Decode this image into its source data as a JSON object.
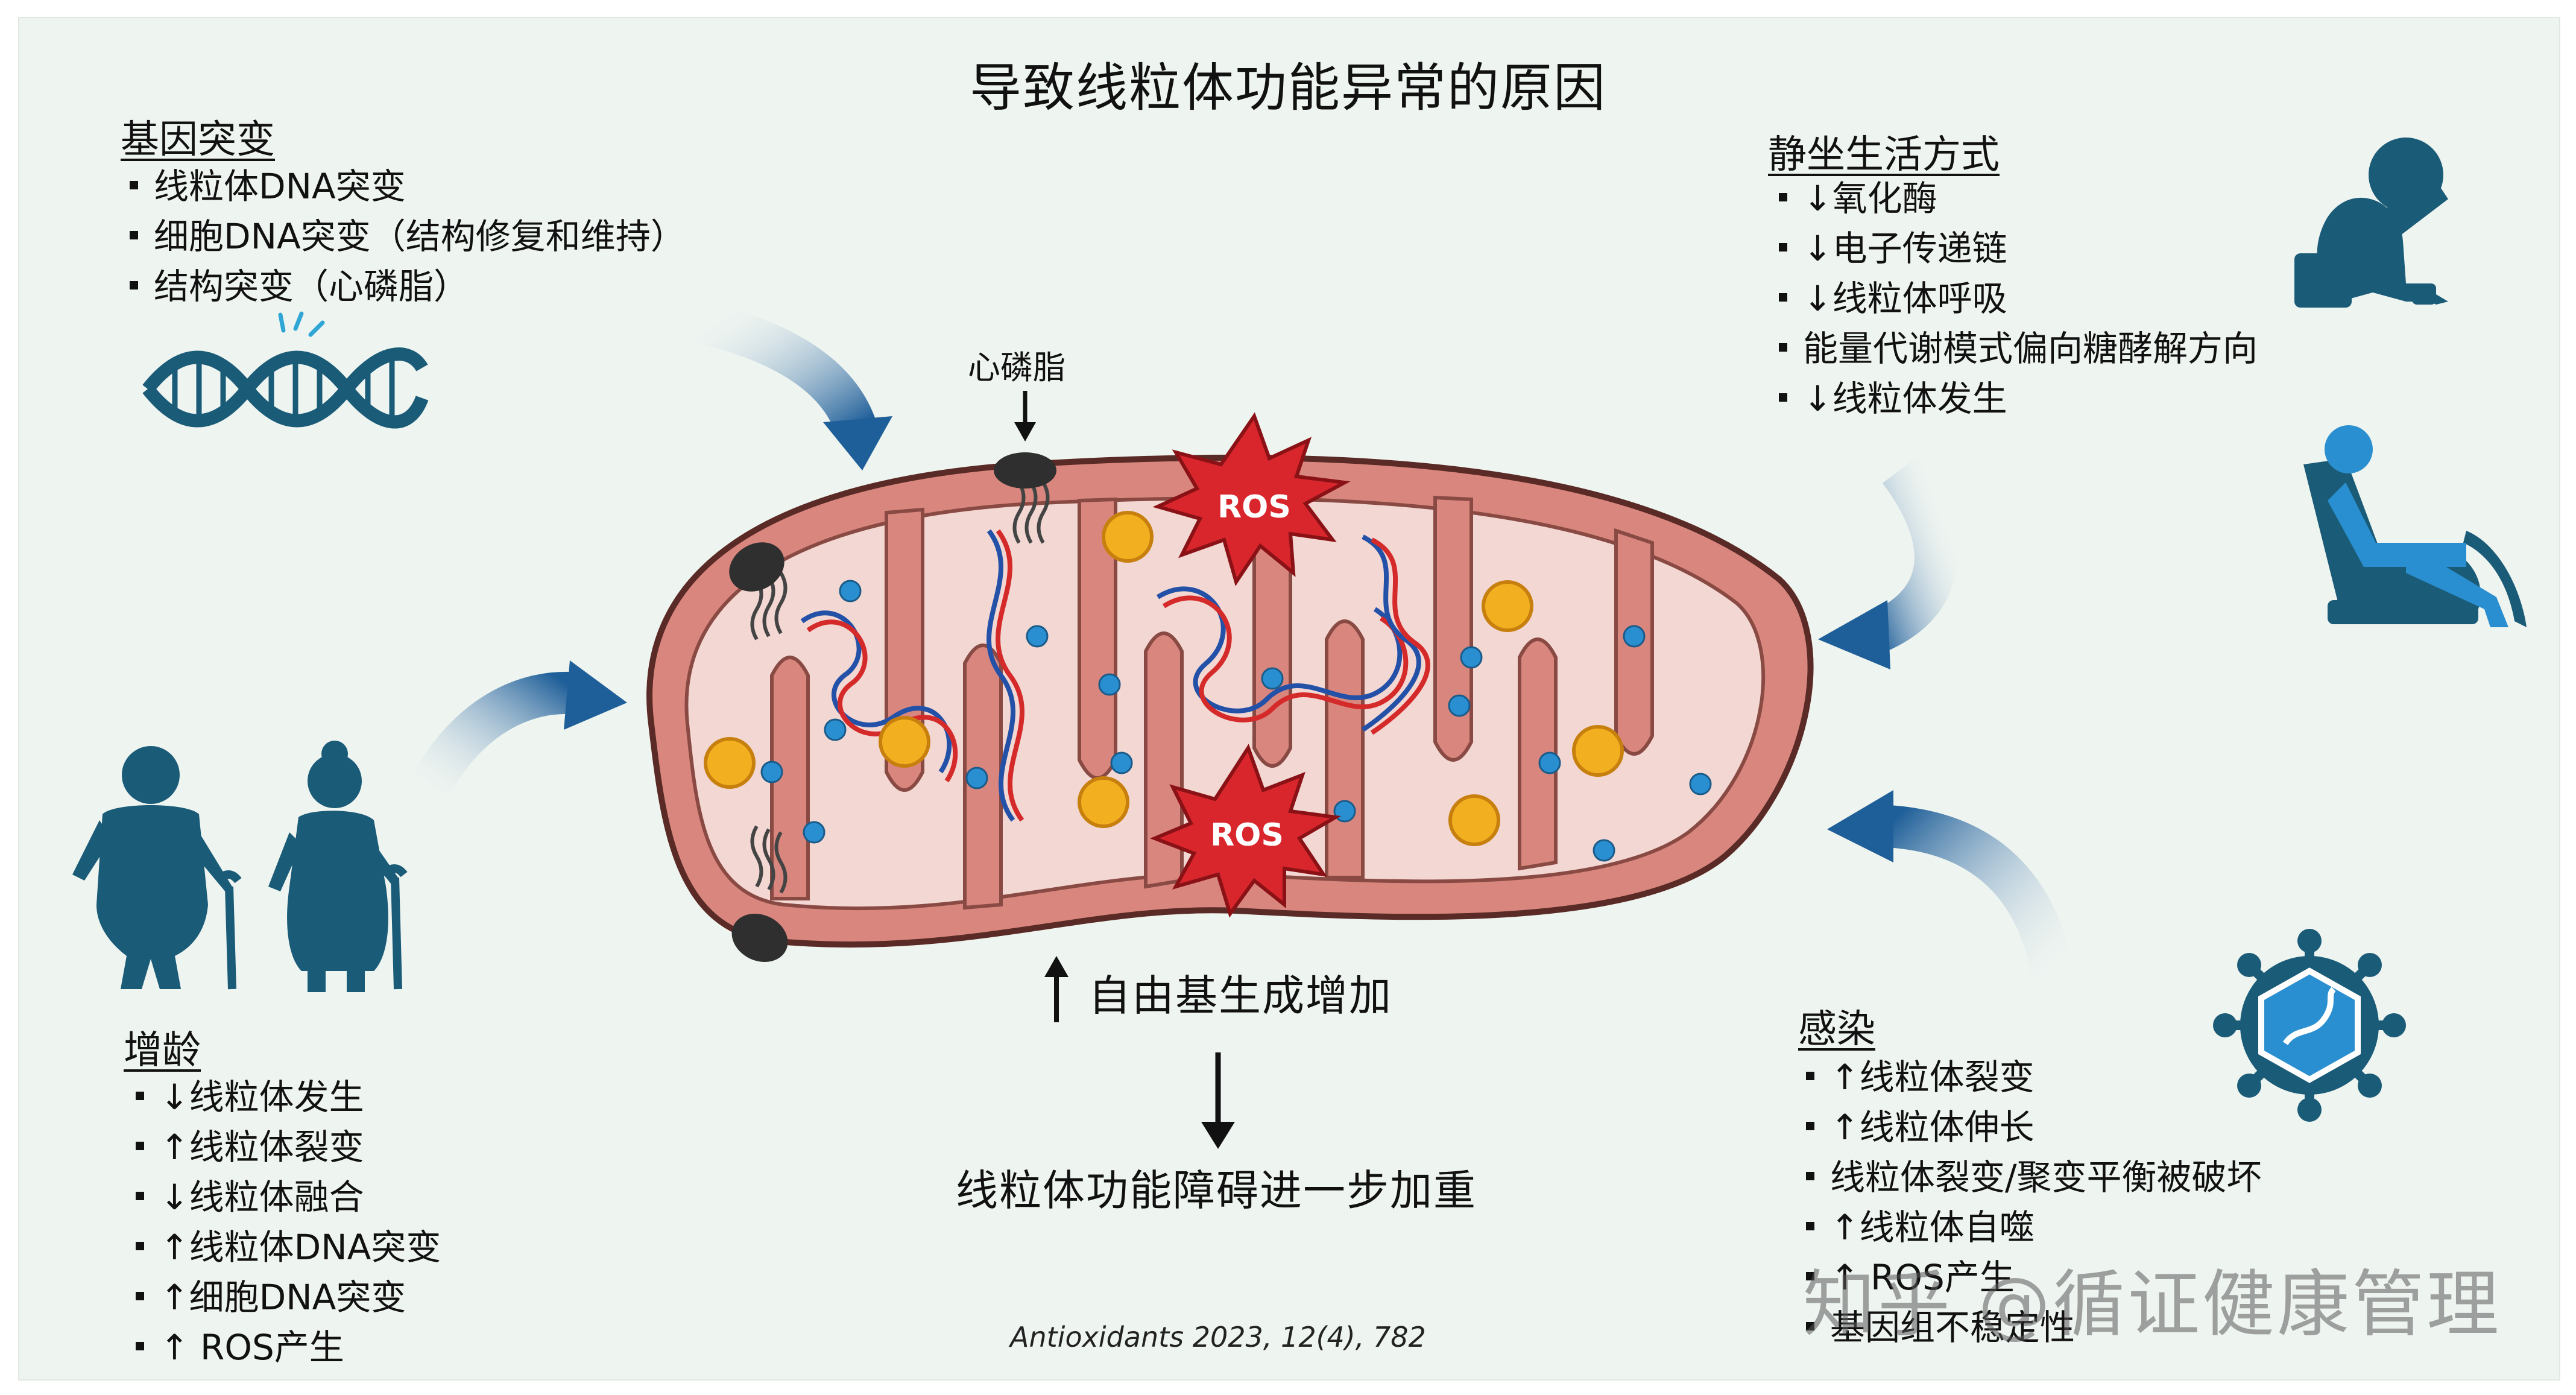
{
  "title": "导致线粒体功能异常的原因",
  "genetic": {
    "heading": "基因突变",
    "items": [
      "线粒体DNA突变",
      "细胞DNA突变（结构修复和维持）",
      "结构突变（心磷脂）"
    ]
  },
  "sedentary": {
    "heading": "静坐生活方式",
    "items": [
      "↓氧化酶",
      "↓电子传递链",
      "↓线粒体呼吸",
      "能量代谢模式偏向糖酵解方向",
      "↓线粒体发生"
    ]
  },
  "aging": {
    "heading": "增龄",
    "items": [
      "↓线粒体发生",
      "↑线粒体裂变",
      "↓线粒体融合",
      "↑线粒体DNA突变",
      "↑细胞DNA突变",
      "↑ ROS产生"
    ]
  },
  "infection": {
    "heading": "感染",
    "items": [
      "↑线粒体裂变",
      "↑线粒体伸长",
      "线粒体裂变/聚变平衡被破坏",
      "↑线粒体自噬",
      "↑ ROS产生",
      "基因组不稳定性"
    ]
  },
  "cardiolipin_label": "心磷脂",
  "ros_label": "ROS",
  "center_text": "自由基生成增加",
  "center_arrow": "↑",
  "result_text": "线粒体功能障碍进一步加重",
  "citation": "Antioxidants 2023, 12(4), 782",
  "watermark": "知乎 @循证健康管理",
  "colors": {
    "background": "#eef4ef",
    "mito_outer": "#d9877e",
    "mito_inner": "#f2d7d2",
    "arrow_blue": "#1f5f99",
    "icon_teal": "#1a5b78",
    "ros_red": "#d8262c",
    "orange_granule": "#f2b021",
    "blue_dot": "#2a8fd0"
  }
}
